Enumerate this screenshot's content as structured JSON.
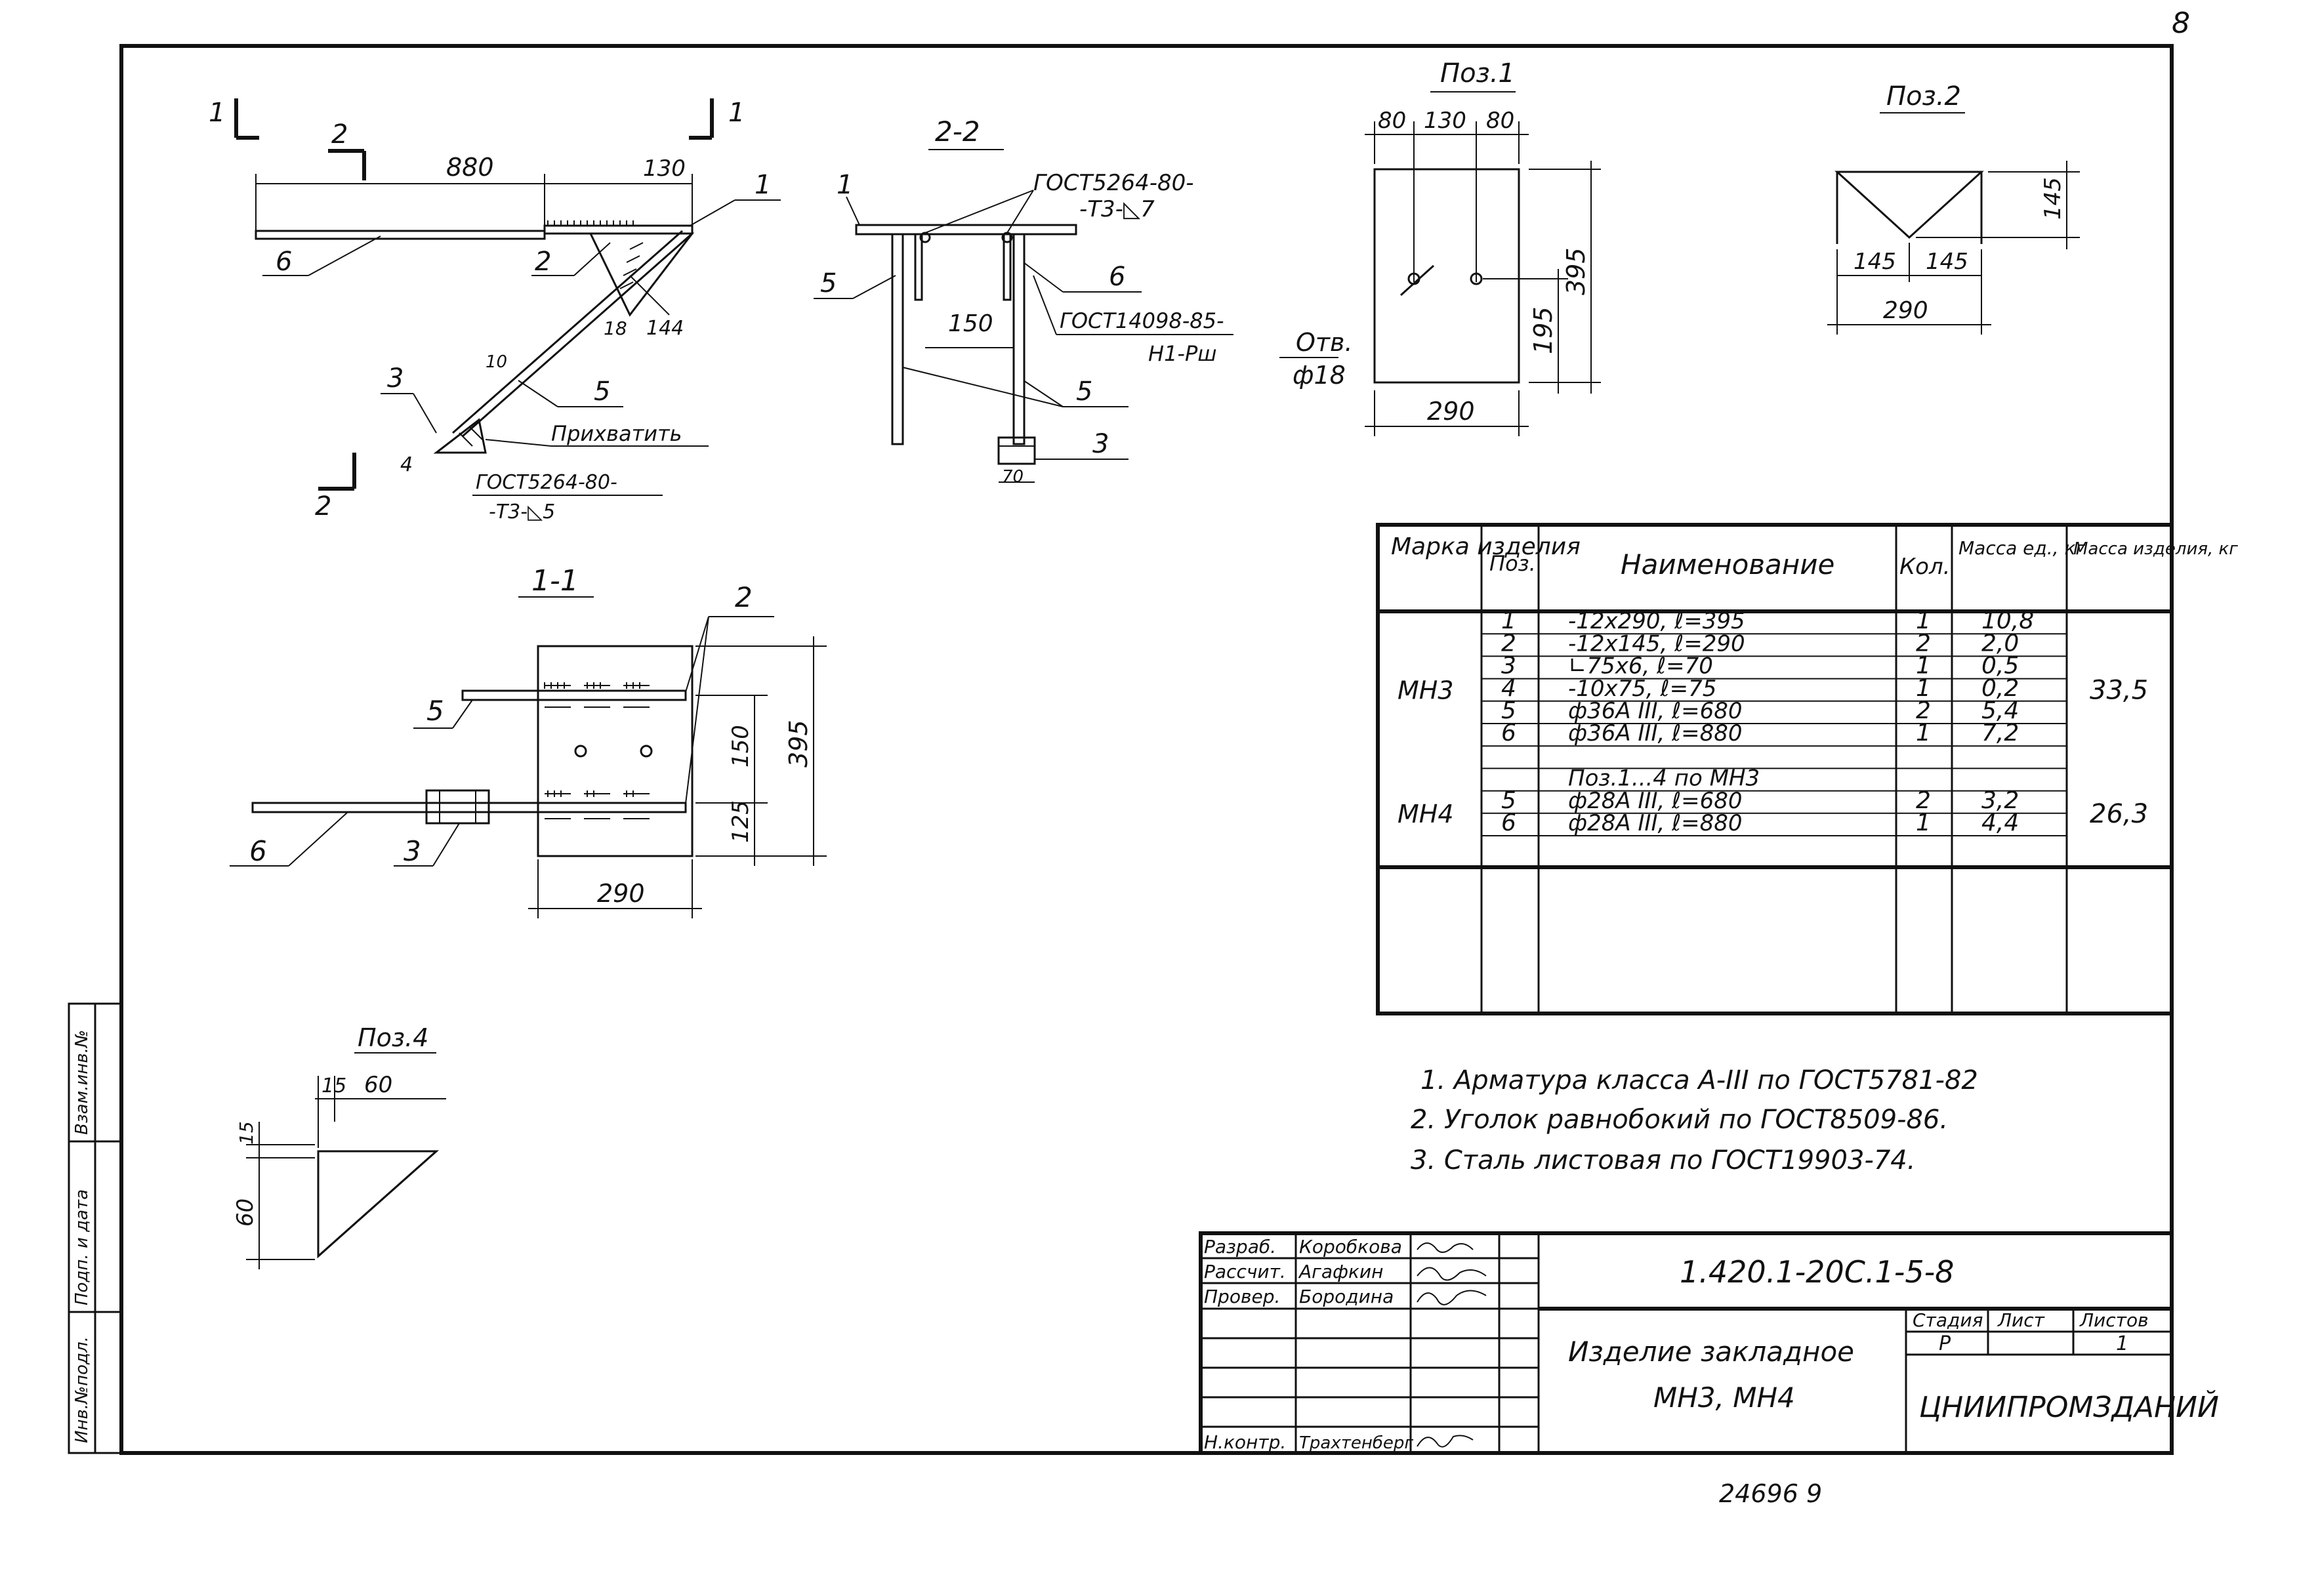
{
  "sheet_number": "8",
  "bottom_number": "24696    9",
  "side_strip": [
    "Инв.№подл.",
    "Подп. и дата",
    "Взам.инв.№"
  ],
  "view_1": {
    "section_cut_1": "1",
    "section_cut_2": "2",
    "dim_880": "880",
    "dim_130": "130",
    "dim_144": "144",
    "dim_18": "18",
    "dim_10": "10",
    "pos_labels": [
      "1",
      "2",
      "3",
      "4",
      "5",
      "6"
    ],
    "note_tack": "Прихватить",
    "weld_line1": "ГОСТ5264-80-",
    "weld_line2": "-Т3-◺5"
  },
  "view_2_2": {
    "title": "2-2",
    "weld_line1": "ГОСТ5264-80-",
    "weld_line2": "-Т3-◺7",
    "weld2_line1": "ГОСТ14098-85-",
    "weld2_line2": "Н1-Рш",
    "dim_150": "150",
    "dim_70": "70",
    "pos_labels": [
      "1",
      "5",
      "6",
      "5",
      "3"
    ]
  },
  "view_1_1": {
    "title": "1-1",
    "dim_290": "290",
    "dim_395": "395",
    "dim_150": "150",
    "dim_125": "125",
    "pos_labels": [
      "2",
      "5",
      "6",
      "3"
    ]
  },
  "pos1": {
    "title": "Поз.1",
    "dim_80a": "80",
    "dim_130": "130",
    "dim_80b": "80",
    "dim_395": "395",
    "dim_195": "195",
    "dim_290": "290",
    "hole_label_1": "Отв.",
    "hole_label_2": "ф18"
  },
  "pos2": {
    "title": "Поз.2",
    "dim_145h": "145",
    "dim_145a": "145",
    "dim_145b": "145",
    "dim_290": "290"
  },
  "pos4": {
    "title": "Поз.4",
    "dim_15a": "15",
    "dim_60a": "60",
    "dim_15b": "15",
    "dim_60b": "60"
  },
  "table": {
    "headers": [
      "Марка изделия",
      "Поз.",
      "Наименование",
      "Кол.",
      "Масса ед., кг",
      "Масса изделия, кг"
    ],
    "groups": [
      {
        "mark": "МН3",
        "total": "33,5",
        "rows": [
          {
            "pos": "1",
            "name": "-12х290, ℓ=395",
            "qty": "1",
            "mass": "10,8"
          },
          {
            "pos": "2",
            "name": "-12х145, ℓ=290",
            "qty": "2",
            "mass": "2,0"
          },
          {
            "pos": "3",
            "name": "∟75х6, ℓ=70",
            "qty": "1",
            "mass": "0,5"
          },
          {
            "pos": "4",
            "name": "-10х75, ℓ=75",
            "qty": "1",
            "mass": "0,2"
          },
          {
            "pos": "5",
            "name": "ф36А III, ℓ=680",
            "qty": "2",
            "mass": "5,4"
          },
          {
            "pos": "6",
            "name": "ф36А III, ℓ=880",
            "qty": "1",
            "mass": "7,2"
          },
          {
            "pos": "",
            "name": "",
            "qty": "",
            "mass": ""
          }
        ]
      },
      {
        "mark": "МН4",
        "total": "26,3",
        "rows": [
          {
            "pos": "",
            "name": "Поз.1...4 по МН3",
            "qty": "",
            "mass": ""
          },
          {
            "pos": "5",
            "name": "ф28А III, ℓ=680",
            "qty": "2",
            "mass": "3,2"
          },
          {
            "pos": "6",
            "name": "ф28А III, ℓ=880",
            "qty": "1",
            "mass": "4,4"
          },
          {
            "pos": "",
            "name": "",
            "qty": "",
            "mass": ""
          }
        ]
      }
    ]
  },
  "notes": [
    "1. Арматура класса А-III по ГОСТ5781-82",
    "2. Уголок равнобокий по ГОСТ8509-86.",
    "3. Сталь листовая по ГОСТ19903-74."
  ],
  "title_block": {
    "roles": [
      "Разраб.",
      "Рассчит.",
      "Провер.",
      "",
      "",
      "",
      "Н.контр."
    ],
    "names": [
      "Коробкова",
      "Агафкин",
      "Бородина",
      "",
      "",
      "",
      "Трахтенберг"
    ],
    "doc_code": "1.420.1-20С.1-5-8",
    "title_line1": "Изделие закладное",
    "title_line2": "МН3, МН4",
    "stage_label": "Стадия",
    "sheet_label": "Лист",
    "sheets_label": "Листов",
    "stage_value": "Р",
    "sheet_value": "",
    "sheets_value": "1",
    "org": "ЦНИИПРОМЗДАНИЙ"
  }
}
